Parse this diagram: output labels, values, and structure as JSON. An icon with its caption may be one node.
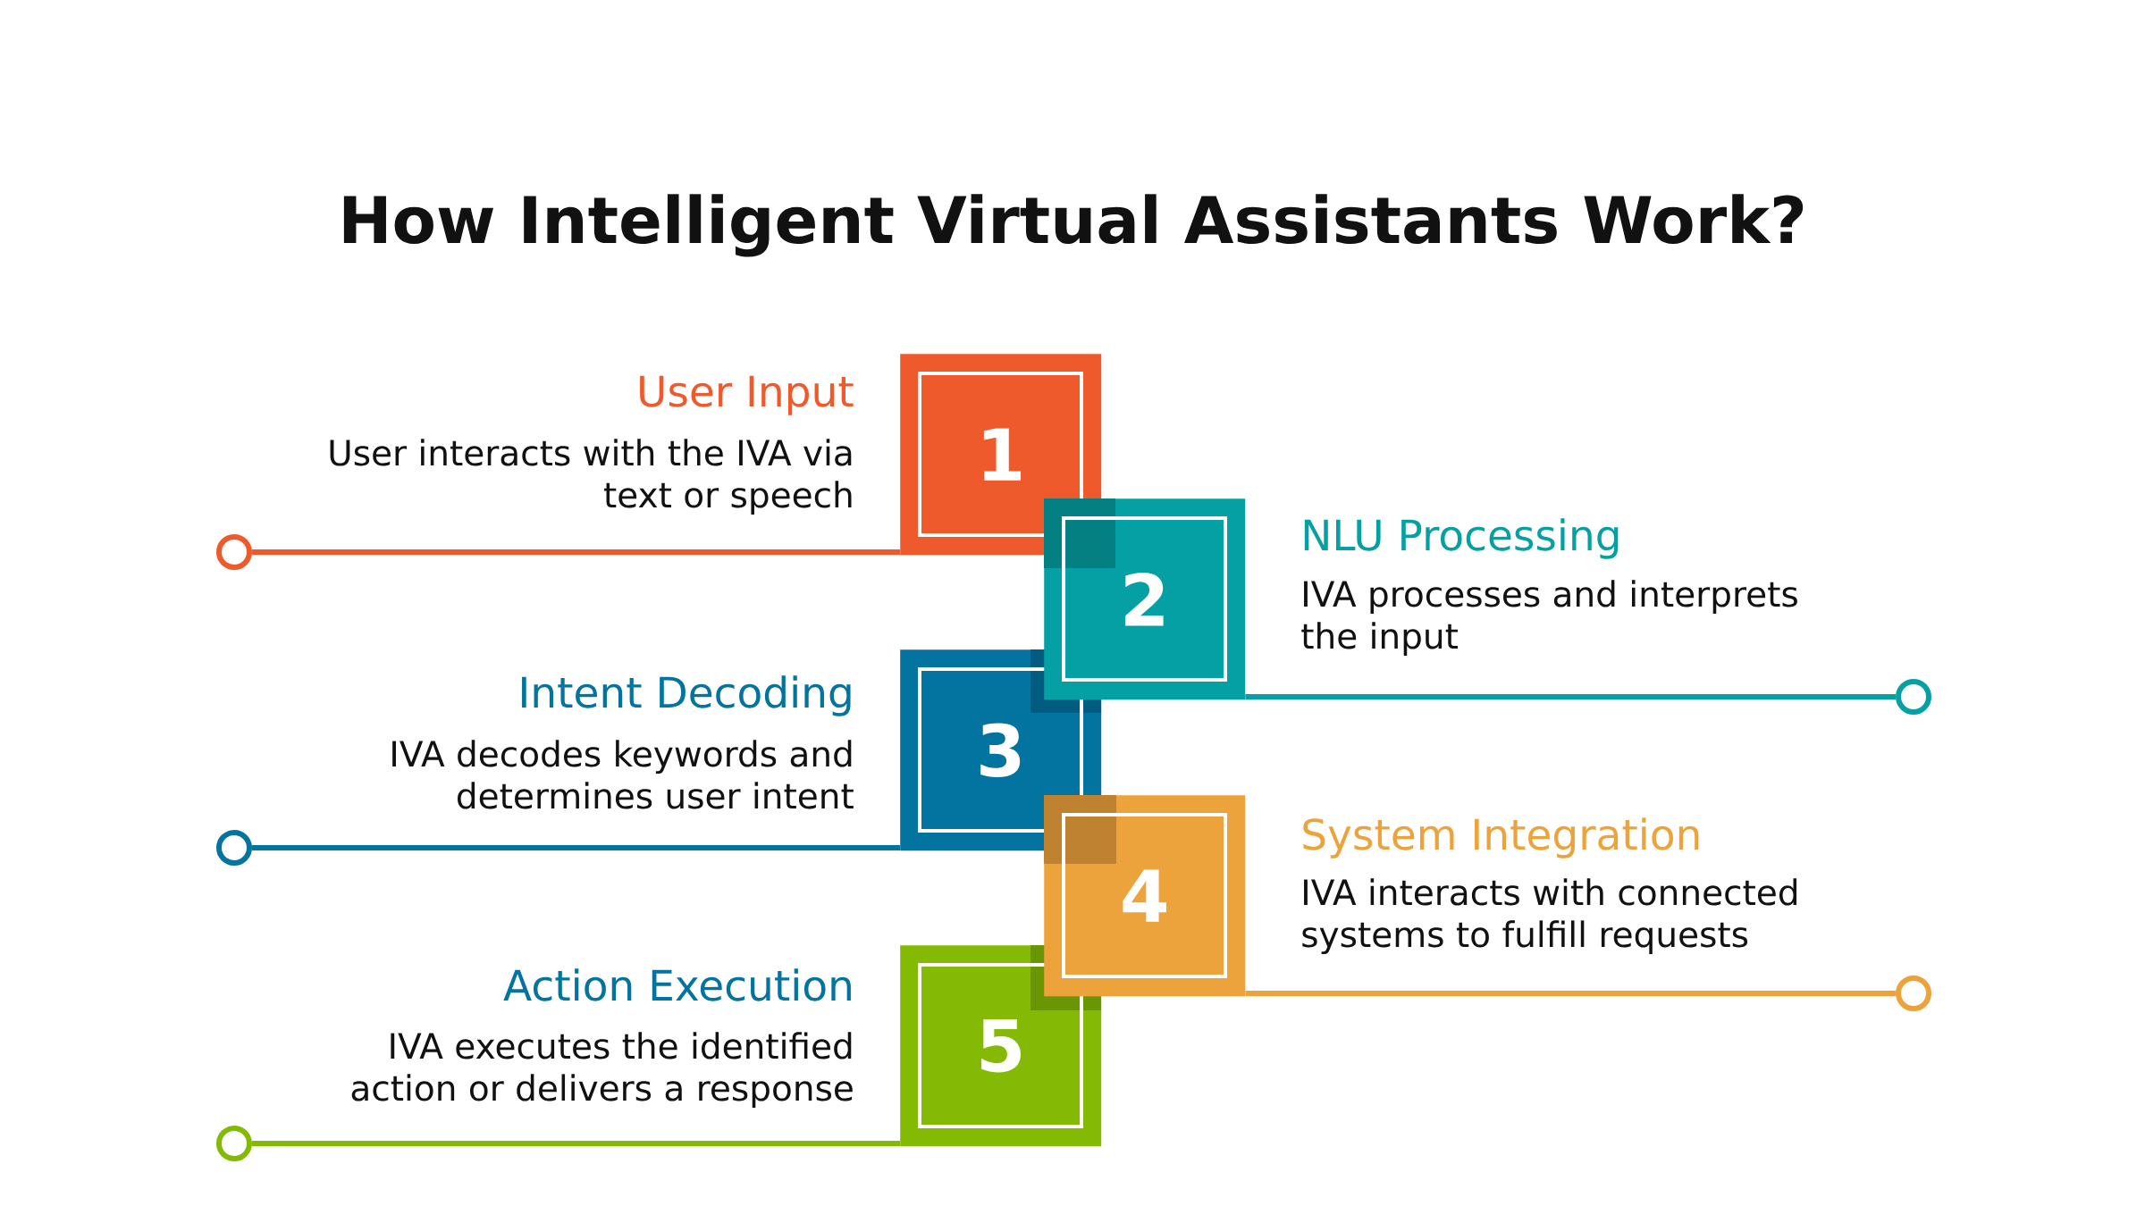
{
  "diagram": {
    "title": "How Intelligent Virtual Assistants Work?",
    "nodes": [
      {
        "text": [],
        "shape": "circle"
      },
      {
        "text": [
          "1"
        ],
        "beside": [
          "User Input",
          "User interacts with the IVA via text or speech"
        ]
      },
      {
        "text": [
          "2"
        ],
        "beside": [
          "NLU Processing",
          "IVA processes and interprets the input"
        ]
      },
      {
        "text": [],
        "shape": "circle"
      },
      {
        "text": [],
        "shape": "circle"
      },
      {
        "text": [
          "3"
        ],
        "beside": [
          "Intent Decoding",
          "IVA decodes keywords and determines user intent"
        ]
      },
      {
        "text": [
          "4"
        ],
        "beside": [
          "System Integration",
          "IVA interacts with connected systems to fulfill requests"
        ]
      },
      {
        "text": [],
        "shape": "circle"
      },
      {
        "text": [],
        "shape": "circle"
      },
      {
        "text": [
          "5"
        ],
        "beside": [
          "Action Execution",
          "IVA executes the identified action or delivers a response"
        ]
      }
    ],
    "edges": [
      {
        "from": 0,
        "to": 1,
        "arrow": "none",
        "color": "#ee5a2b"
      },
      {
        "from": 2,
        "to": 3,
        "arrow": "none",
        "color": "#05a0a4"
      },
      {
        "from": 4,
        "to": 5,
        "arrow": "none",
        "color": "#03739f"
      },
      {
        "from": 6,
        "to": 7,
        "arrow": "none",
        "color": "#eda33c"
      },
      {
        "from": 8,
        "to": 9,
        "arrow": "none",
        "color": "#84ba05"
      }
    ]
  }
}
